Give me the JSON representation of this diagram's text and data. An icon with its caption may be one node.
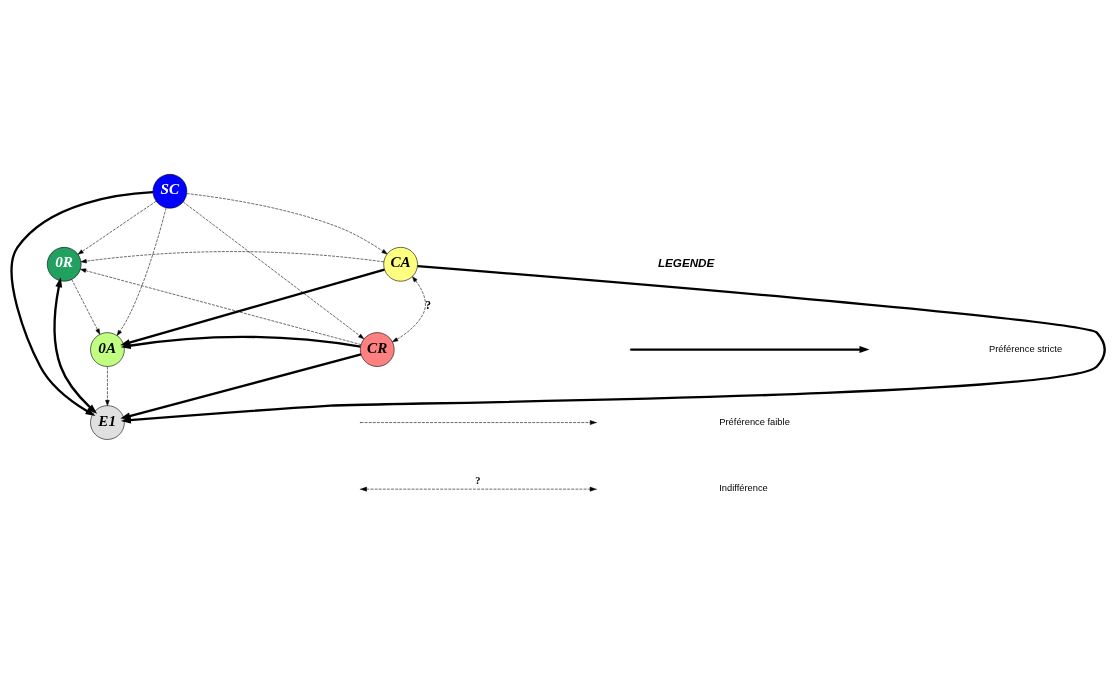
{
  "diagram": {
    "nodes": [
      {
        "text": [
          "SC"
        ]
      },
      {
        "text": [
          "0R"
        ]
      },
      {
        "text": [
          "CA"
        ]
      },
      {
        "text": [
          "0A"
        ]
      },
      {
        "text": [
          "CR"
        ]
      },
      {
        "text": [
          "E1"
        ]
      }
    ],
    "edges": [
      {
        "from": 0,
        "to": 1,
        "arrow": "to",
        "style": "dashed"
      },
      {
        "from": 0,
        "to": 2,
        "arrow": "to",
        "style": "dashed"
      },
      {
        "from": 0,
        "to": 3,
        "arrow": "to",
        "style": "dashed"
      },
      {
        "from": 0,
        "to": 4,
        "arrow": "to",
        "style": "dashed"
      },
      {
        "from": 0,
        "to": 5,
        "arrow": "to",
        "style": "thick"
      },
      {
        "from": 2,
        "to": 1,
        "arrow": "to",
        "style": "dashed"
      },
      {
        "from": 4,
        "to": 1,
        "arrow": "to",
        "style": "dashed"
      },
      {
        "from": 1,
        "to": 3,
        "arrow": "to",
        "style": "dashed"
      },
      {
        "from": 1,
        "to": 5,
        "arrow": "both",
        "style": "thick"
      },
      {
        "from": 2,
        "to": 3,
        "arrow": "to",
        "style": "thick"
      },
      {
        "from": 2,
        "to": 5,
        "arrow": "to",
        "style": "thick"
      },
      {
        "from": 2,
        "to": 4,
        "arrow": "both",
        "style": "dashed",
        "label": "?"
      },
      {
        "from": 4,
        "to": 3,
        "arrow": "to",
        "style": "thick"
      },
      {
        "from": 4,
        "to": 5,
        "arrow": "to",
        "style": "thick"
      },
      {
        "from": 3,
        "to": 5,
        "arrow": "to",
        "style": "dashed"
      }
    ],
    "labels": [
      "LEGENDE",
      "?"
    ],
    "legend": [
      {
        "text": "Préférence stricte"
      },
      {
        "text": "Préférence faible"
      },
      {
        "text": "Indifférence"
      }
    ]
  }
}
